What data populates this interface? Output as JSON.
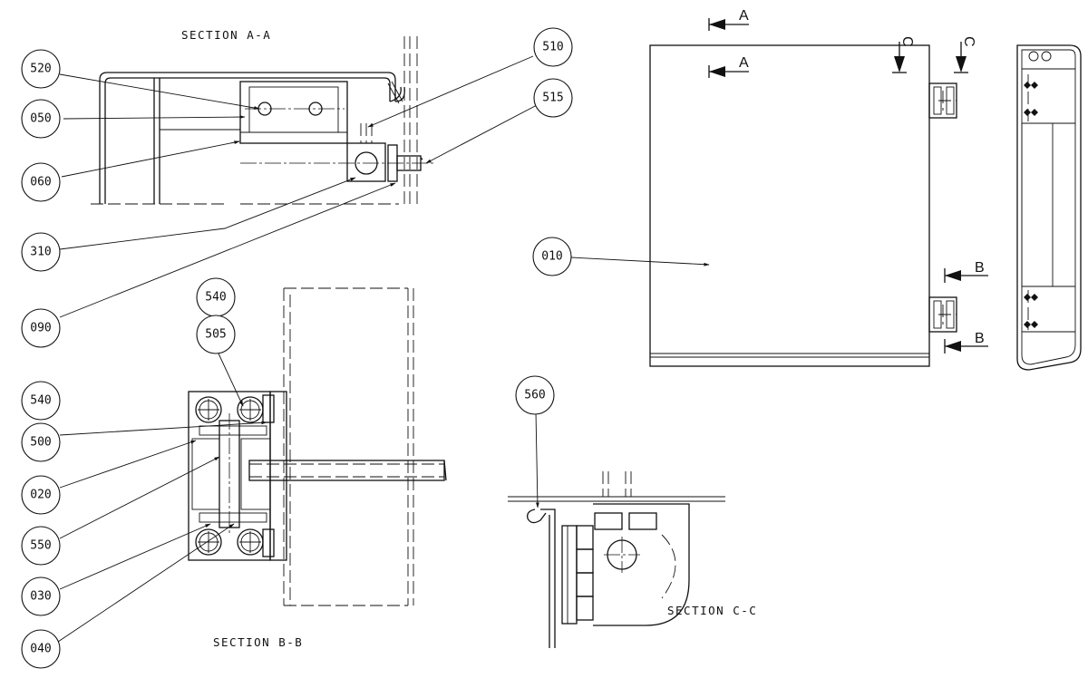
{
  "titles": {
    "section_aa": "SECTION A-A",
    "section_bb": "SECTION B-B",
    "section_cc": "SECTION C-C"
  },
  "section_markers": {
    "a_top": "A",
    "a_bottom": "A",
    "b_top": "B",
    "b_bottom": "B",
    "c_left": "C",
    "c_right": "C"
  },
  "callouts": {
    "c520": "520",
    "c050": "050",
    "c060": "060",
    "c310": "310",
    "c090": "090",
    "c510": "510",
    "c515": "515",
    "c010": "010",
    "c540a": "540",
    "c505": "505",
    "c540b": "540",
    "c500": "500",
    "c020": "020",
    "c550": "550",
    "c030": "030",
    "c040": "040",
    "c560": "560"
  }
}
